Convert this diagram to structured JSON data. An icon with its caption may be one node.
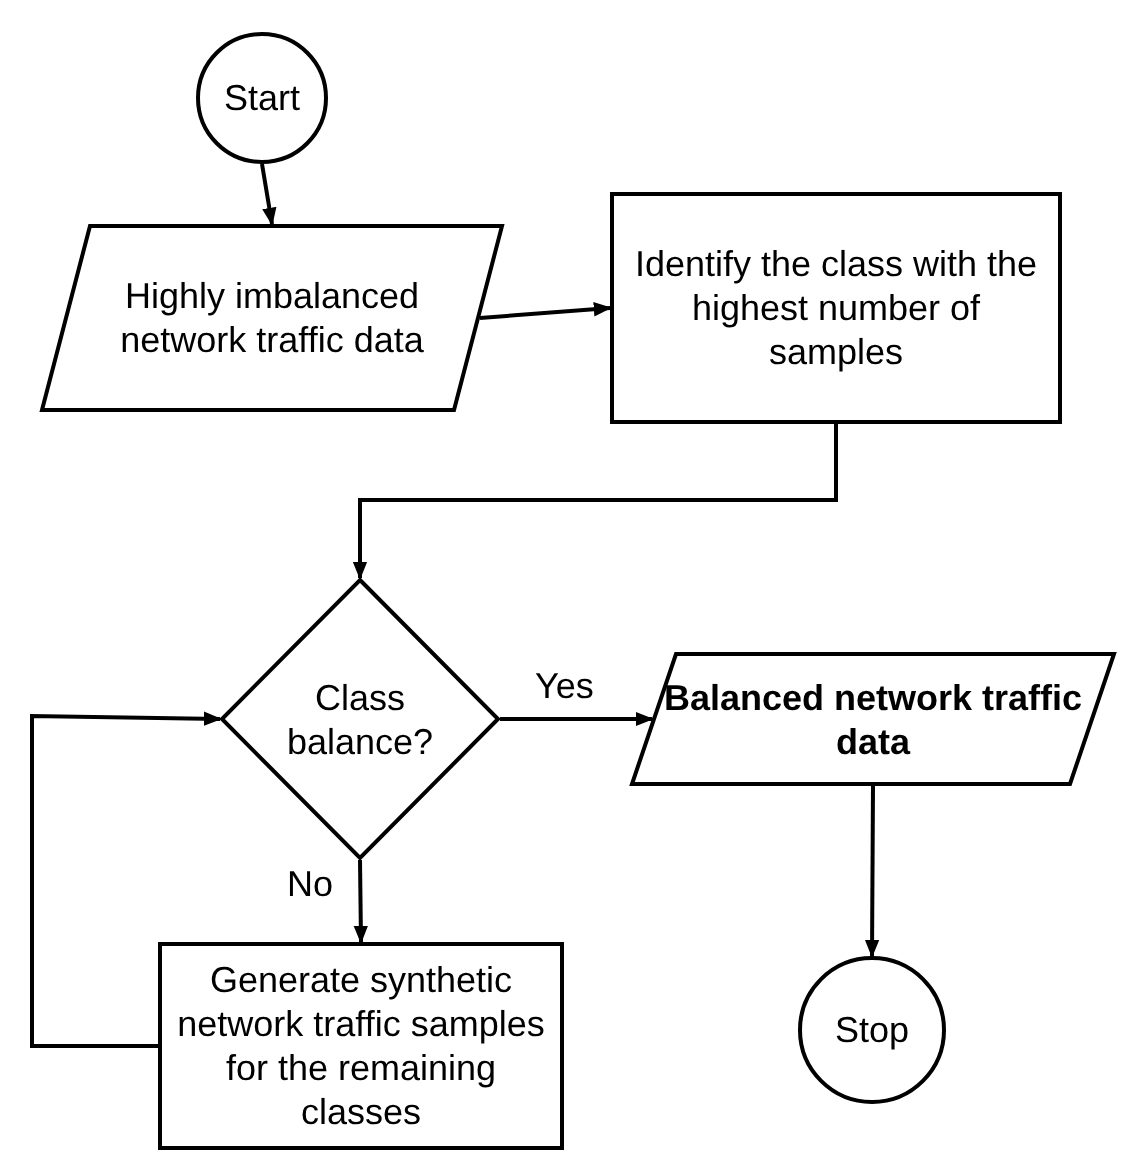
{
  "diagram": {
    "nodes": [
      {
        "text": [
          "Start"
        ]
      },
      {
        "text": [
          "Highly imbalanced network traffic data"
        ]
      },
      {
        "text": [
          "Identify the class with the highest number of samples"
        ]
      },
      {
        "text": [
          "Class balance?"
        ]
      },
      {
        "text": [
          "Balanced network traffic data"
        ]
      },
      {
        "text": [
          "Generate synthetic network traffic samples for the remaining classes"
        ]
      },
      {
        "text": [
          "Stop"
        ]
      }
    ],
    "edges": [
      {
        "from": 0,
        "to": 1,
        "arrow": "to"
      },
      {
        "from": 1,
        "to": 2,
        "arrow": "to"
      },
      {
        "from": 2,
        "to": 3,
        "arrow": "to"
      },
      {
        "from": 3,
        "to": 4,
        "arrow": "to",
        "label": "Yes"
      },
      {
        "from": 4,
        "to": 6,
        "arrow": "to"
      },
      {
        "from": 3,
        "to": 5,
        "arrow": "to",
        "label": "No"
      },
      {
        "from": 5,
        "to": 3,
        "arrow": "to"
      }
    ]
  }
}
